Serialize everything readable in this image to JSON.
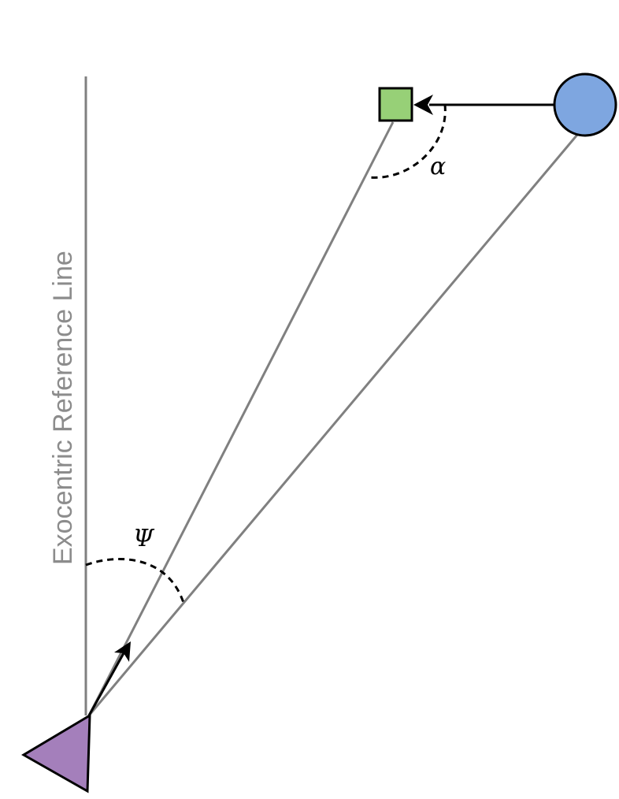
{
  "diagram": {
    "reference_line_label": "Exocentric Reference Line",
    "angle_psi_label": "Ψ",
    "angle_alpha_label": "α"
  },
  "colors": {
    "observer_fill": "#a47fbb",
    "square_fill": "#97d077",
    "circle_fill": "#7ea6e0",
    "sight_line": "#808080",
    "reference_line": "#808080",
    "outline": "#000000"
  },
  "icons": {
    "observer": "purple-triangle",
    "target_square": "green-square",
    "target_circle": "blue-circle"
  }
}
